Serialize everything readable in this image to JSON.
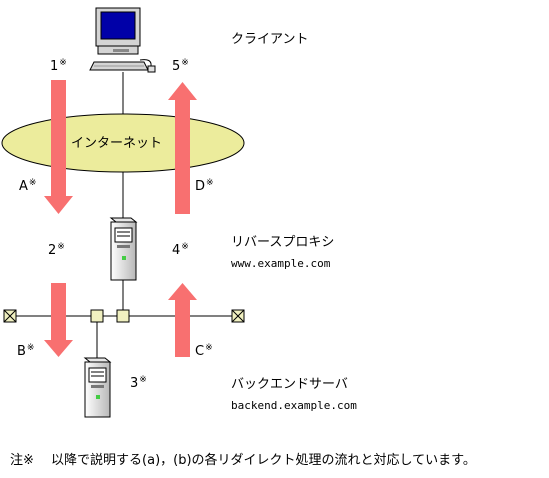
{
  "nodes": {
    "client": {
      "label": "クライアント"
    },
    "internet": {
      "label": "インターネット"
    },
    "proxy": {
      "label": "リバースプロキシ",
      "host": "www.example.com"
    },
    "backend": {
      "label": "バックエンドサーバ",
      "host": "backend.example.com"
    }
  },
  "steps": {
    "s1": {
      "label": "1",
      "mark": "※"
    },
    "s2": {
      "label": "2",
      "mark": "※"
    },
    "s3": {
      "label": "3",
      "mark": "※"
    },
    "s4": {
      "label": "4",
      "mark": "※"
    },
    "s5": {
      "label": "5",
      "mark": "※"
    },
    "sA": {
      "label": "A",
      "mark": "※"
    },
    "sB": {
      "label": "B",
      "mark": "※"
    },
    "sC": {
      "label": "C",
      "mark": "※"
    },
    "sD": {
      "label": "D",
      "mark": "※"
    }
  },
  "footnote": "注※　 以降で説明する(a)，(b)の各リダイレクト処理の流れと対応しています。",
  "colors": {
    "arrow": "#f87070",
    "cloud": "#ecec9c",
    "node_box": "#f0f0c0"
  }
}
